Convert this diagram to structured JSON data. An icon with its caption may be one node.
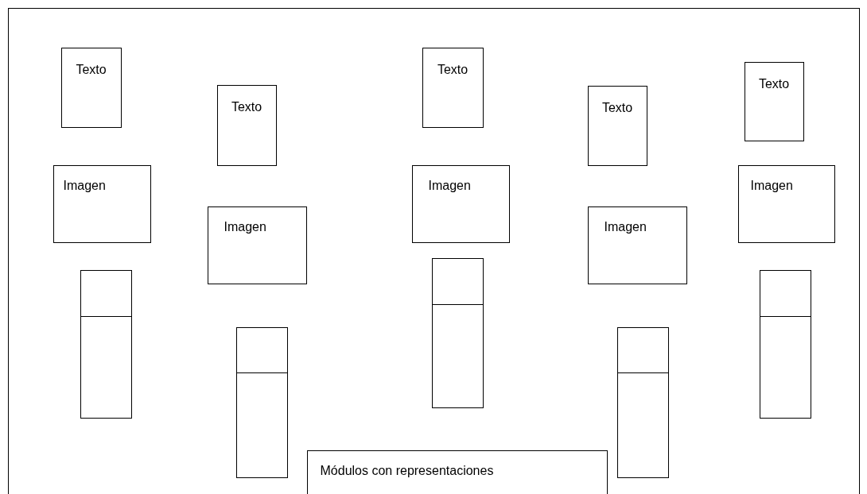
{
  "diagram": {
    "nodes": [
      {
        "text": [],
        "shape": "box"
      },
      {
        "text": [
          "Texto"
        ],
        "in": 0
      },
      {
        "text": [
          "Imagen"
        ],
        "in": 0
      },
      {
        "text": [],
        "shape": "bar",
        "in": 0
      },
      {
        "text": [
          "Texto"
        ],
        "in": 0
      },
      {
        "text": [
          "Imagen"
        ],
        "in": 0
      },
      {
        "text": [],
        "shape": "bar",
        "in": 0
      },
      {
        "text": [
          "Texto"
        ],
        "in": 0
      },
      {
        "text": [
          "Imagen"
        ],
        "in": 0
      },
      {
        "text": [],
        "shape": "bar",
        "in": 0
      },
      {
        "text": [
          "Texto"
        ],
        "in": 0
      },
      {
        "text": [
          "Imagen"
        ],
        "in": 0
      },
      {
        "text": [],
        "shape": "bar",
        "in": 0
      },
      {
        "text": [
          "Texto"
        ],
        "in": 0
      },
      {
        "text": [
          "Imagen"
        ],
        "in": 0
      },
      {
        "text": [],
        "shape": "bar",
        "in": 0
      },
      {
        "text": [
          "Módulos con representaciones"
        ],
        "in": 0
      }
    ]
  }
}
